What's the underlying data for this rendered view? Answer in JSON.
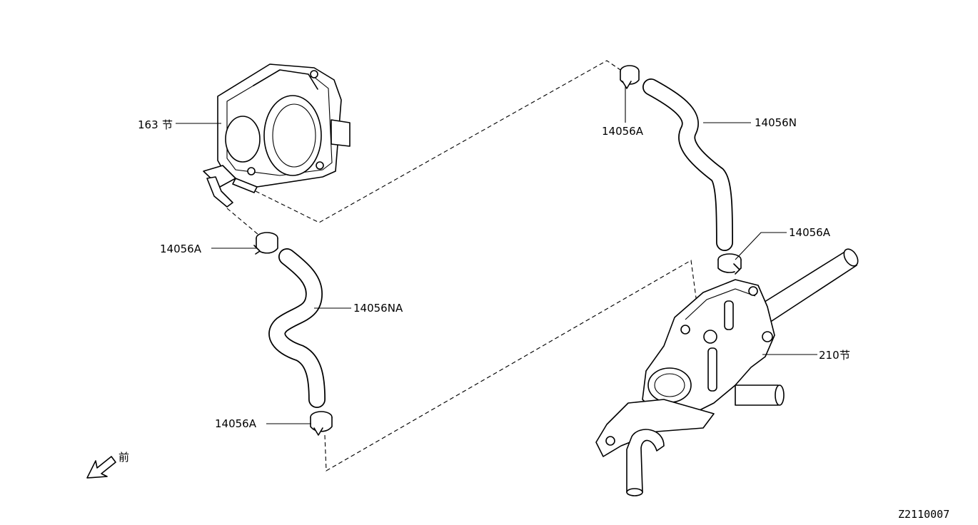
{
  "labels": {
    "throttle_body": "163",
    "clamp_top": "14056A",
    "hose_upper": "14056N",
    "clamp_right": "14056A",
    "clamp_left_upper": "14056A",
    "hose_lower": "14056NA",
    "clamp_left_lower": "14056A",
    "water_outlet": "210",
    "front_marker": "前",
    "diagram_code": "Z2110007"
  },
  "icons": {
    "section_mark": "section-sign-icon",
    "front_arrow": "front-arrow-icon"
  }
}
